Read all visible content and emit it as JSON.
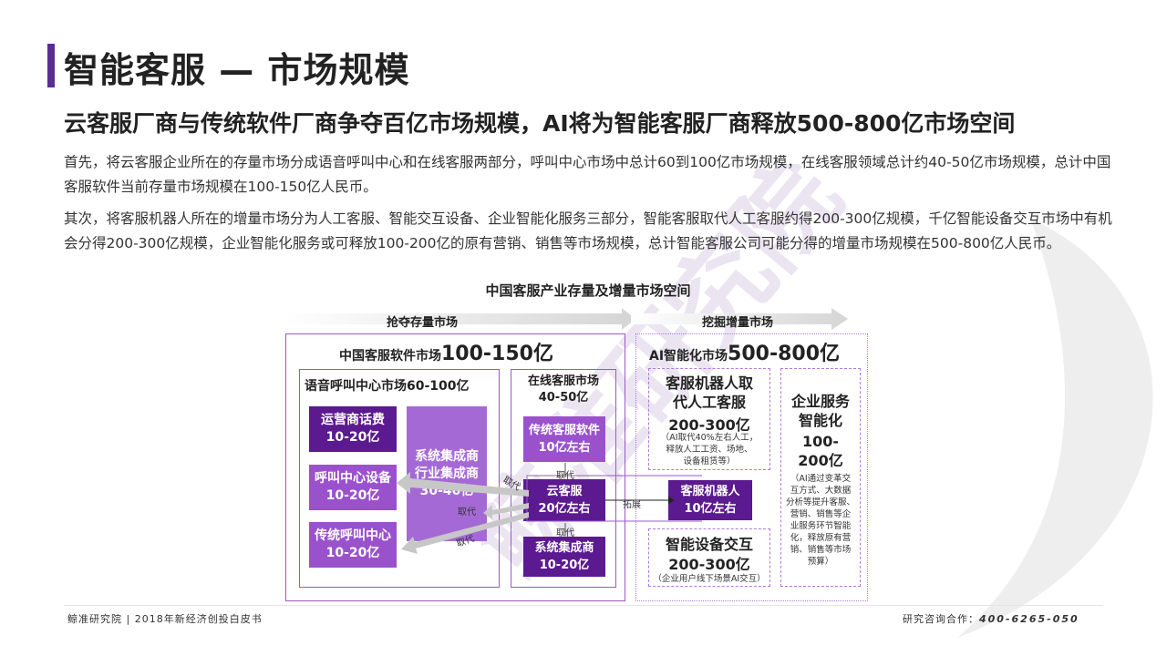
{
  "header": {
    "title": "智能客服 — 市场规模",
    "subtitle": "云客服厂商与传统软件厂商争夺百亿市场规模，AI将为智能客服厂商释放500-800亿市场空间"
  },
  "body": {
    "para1": "首先，将云客服企业所在的存量市场分成语音呼叫中心和在线客服两部分，呼叫中心市场中总计60到100亿市场规模，在线客服领域总计约40-50亿市场规模，总计中国客服软件当前存量市场规模在100-150亿人民币。",
    "para2": "其次，将客服机器人所在的增量市场分为人工客服、智能交互设备、企业智能化服务三部分，智能客服取代人工客服约得200-300亿规模，千亿智能设备交互市场中有机会分得200-300亿规模，企业智能化服务或可释放100-200亿的原有营销、销售等市场规模，总计智能客服公司可能分得的增量市场规模在500-800亿人民币。"
  },
  "diagram": {
    "title": "中国客服产业存量及增量市场空间",
    "left_arrow": "抢夺存量市场",
    "right_arrow": "挖掘增量市场",
    "stock": {
      "label_prefix": "中国客服软件市场",
      "label_value": "100-150亿",
      "voice": {
        "label": "语音呼叫中心市场60-100亿",
        "carrier": "运营商话费\n10-20亿",
        "callcenter": "呼叫中心设备\n10-20亿",
        "traditional_call": "传统呼叫中心\n10-20亿",
        "integrator": "系统集成商\n行业集成商\n30-40亿"
      },
      "online": {
        "label": "在线客服市场\n40-50亿",
        "traditional_sw": "传统客服软件\n10亿左右",
        "cloud": "云客服\n20亿左右",
        "sys_integrator": "系统集成商\n10-20亿"
      }
    },
    "increment": {
      "label_prefix": "AI智能化市场",
      "label_value": "500-800亿",
      "replace": {
        "title": "客服机器人取\n代人工客服",
        "value": "200-300亿",
        "note": "（AI取代40%左右人工，\n释放人工工资、场地、\n设备租赁等）"
      },
      "robot": "客服机器人\n10亿左右",
      "device": {
        "title": "智能设备交互",
        "value": "200-300亿",
        "note": "（企业用户线下场景AI交互）"
      },
      "enterprise": {
        "title": "企业服务\n智能化",
        "value": "100-\n200亿",
        "note": "（AI通过变革交\n互方式、大数据\n分析等提升客服、\n营销、销售等企\n业服务环节智能\n化，释放原有营\n销、销售等市场\n预算）"
      }
    },
    "arrow_labels": {
      "replace1": "取代",
      "replace2": "取代",
      "replace3": "取代",
      "replace4": "取代",
      "replace5": "取代",
      "expand": "拓展"
    },
    "watermark": "鲸准研究院"
  },
  "footer": {
    "left": "鲸准研究院 | 2018年新经济创投白皮书",
    "right_label": "研究咨询合作：",
    "right_phone": "400-6265-050"
  },
  "colors": {
    "accent": "#5a2d91",
    "dark_purple": "#5b1a8f",
    "mid_purple": "#9a52cc",
    "border_purple": "#9b59c8"
  }
}
